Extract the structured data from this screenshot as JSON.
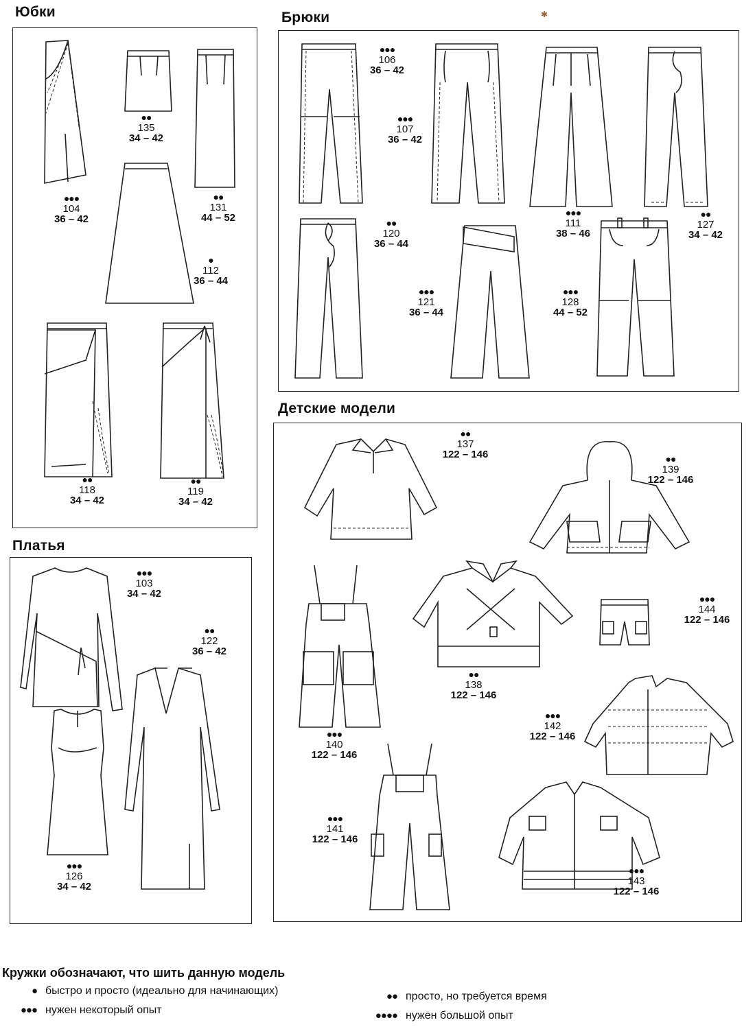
{
  "sections": {
    "skirts": "Юбки",
    "trousers": "Брюки",
    "dresses": "Платья",
    "kids": "Детские модели"
  },
  "models": {
    "m104": {
      "dots": "●●●",
      "num": "104",
      "size": "36 – 42"
    },
    "m135": {
      "dots": "●●",
      "num": "135",
      "size": "34 – 42"
    },
    "m131": {
      "dots": "●●",
      "num": "131",
      "size": "44 – 52"
    },
    "m112": {
      "dots": "●",
      "num": "112",
      "size": "36 – 44"
    },
    "m118": {
      "dots": "●●",
      "num": "118",
      "size": "34 – 42"
    },
    "m119": {
      "dots": "●●",
      "num": "119",
      "size": "34 – 42"
    },
    "m106": {
      "dots": "●●●",
      "num": "106",
      "size": "36 – 42"
    },
    "m107": {
      "dots": "●●●",
      "num": "107",
      "size": "36 – 42"
    },
    "m111": {
      "dots": "●●●",
      "num": "111",
      "size": "38 – 46"
    },
    "m127": {
      "dots": "●●",
      "num": "127",
      "size": "34 – 42"
    },
    "m120": {
      "dots": "●●",
      "num": "120",
      "size": "36 – 44"
    },
    "m121": {
      "dots": "●●●",
      "num": "121",
      "size": "36 – 44"
    },
    "m128": {
      "dots": "●●●",
      "num": "128",
      "size": "44 – 52"
    },
    "m103": {
      "dots": "●●●",
      "num": "103",
      "size": "34 – 42"
    },
    "m122": {
      "dots": "●●",
      "num": "122",
      "size": "36 – 42"
    },
    "m126": {
      "dots": "●●●",
      "num": "126",
      "size": "34 – 42"
    },
    "m137": {
      "dots": "●●",
      "num": "137",
      "size": "122 – 146"
    },
    "m139": {
      "dots": "●●",
      "num": "139",
      "size": "122 – 146"
    },
    "m138": {
      "dots": "●●",
      "num": "138",
      "size": "122 – 146"
    },
    "m144": {
      "dots": "●●●",
      "num": "144",
      "size": "122 – 146"
    },
    "m140": {
      "dots": "●●●",
      "num": "140",
      "size": "122 – 146"
    },
    "m142": {
      "dots": "●●●",
      "num": "142",
      "size": "122 – 146"
    },
    "m141": {
      "dots": "●●●",
      "num": "141",
      "size": "122 – 146"
    },
    "m143": {
      "dots": "●●●",
      "num": "143",
      "size": "122 – 146"
    }
  },
  "legend": {
    "title": "Кружки обозначают, что шить данную модель",
    "items": [
      {
        "dots": "●",
        "text": "быстро и просто (идеально для начинающих)"
      },
      {
        "dots": "●●●",
        "text": "нужен некоторый опыт"
      },
      {
        "dots": "●●",
        "text": "просто, но требуется время"
      },
      {
        "dots": "●●●●",
        "text": "нужен большой опыт"
      }
    ]
  }
}
